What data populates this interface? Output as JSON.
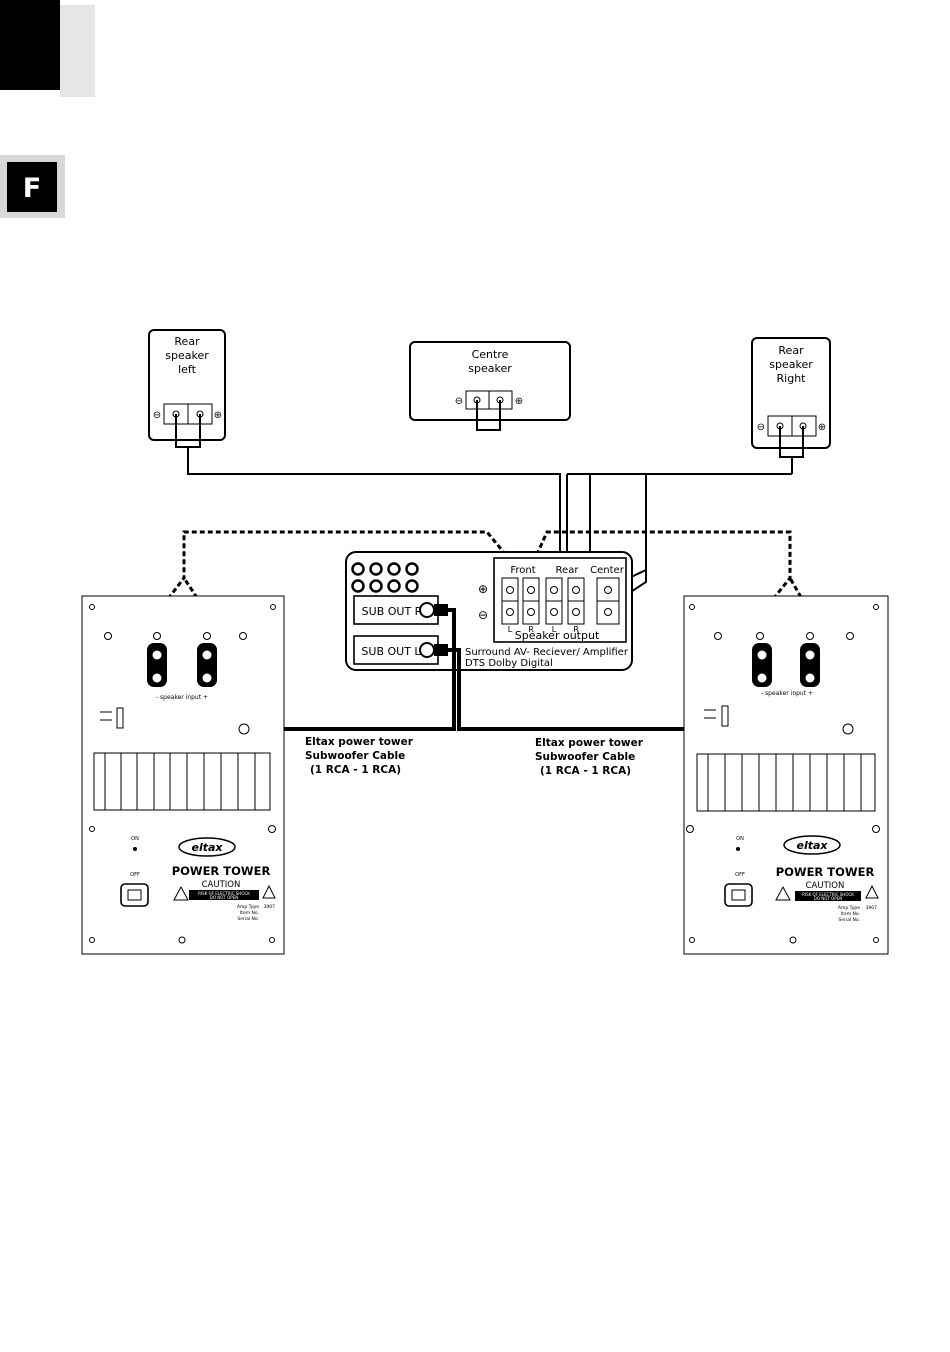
{
  "section": {
    "letter": "F"
  },
  "speakers": {
    "rear_left": [
      "Rear",
      "speaker",
      "left"
    ],
    "centre": [
      "Centre",
      "speaker"
    ],
    "rear_right": [
      "Rear",
      "speaker",
      "Right"
    ],
    "minus_symbol": "⊖",
    "plus_symbol": "⊕"
  },
  "receiver": {
    "groups": {
      "front": "Front",
      "rear": "Rear",
      "center": "Center"
    },
    "channels": [
      "L",
      "R",
      "L",
      "R"
    ],
    "plus_symbol": "⊕",
    "minus_symbol": "⊖",
    "speaker_output": "Speaker output",
    "sub_out_r": "SUB OUT R",
    "sub_out_l": "SUB OUT L",
    "line1": "Surround AV- Reciever/ Amplifier",
    "line2": "DTS Dolby Digital"
  },
  "cable_label": {
    "line1": "Eltax power tower",
    "line2": "Subwoofer Cable",
    "line3": "(1 RCA - 1 RCA)"
  },
  "tower": {
    "speaker_input": "- speaker input +",
    "on": "ON",
    "off": "OFF",
    "brand": "eltax",
    "product": "POWER TOWER",
    "caution": "CAUTION",
    "risk": "RISK OF ELECTRIC SHOCK",
    "do_not_open": "DO NOT OPEN",
    "amp_type": "Amp Type",
    "amp_type_value": "3907",
    "item_no": "Item No.",
    "serial_no": "Serial No."
  }
}
